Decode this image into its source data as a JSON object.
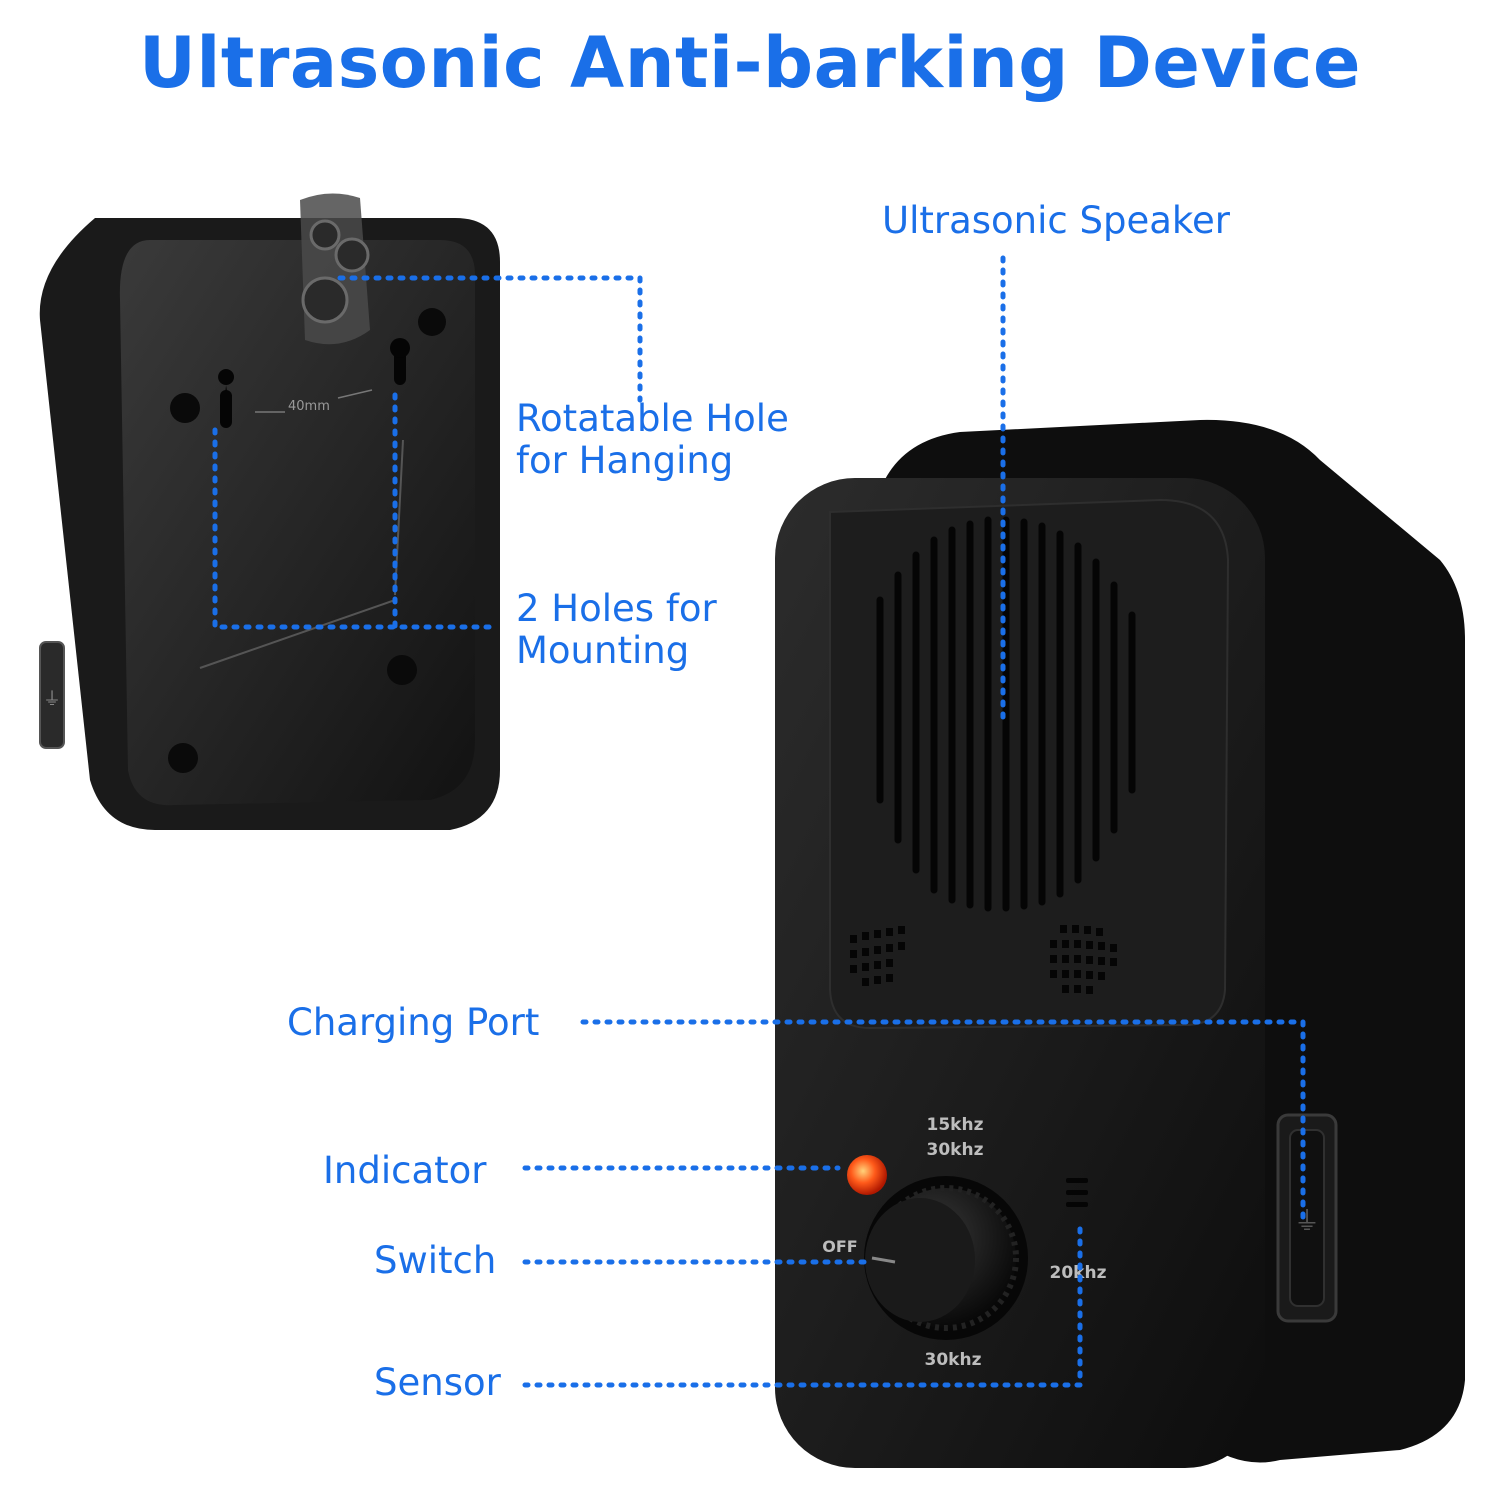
{
  "title": "Ultrasonic Anti-barking Device",
  "accent_color": "#1a6fe8",
  "callouts": {
    "rotatable_hole": {
      "line1": "Rotatable Hole",
      "line2": "for Hanging"
    },
    "mounting_holes": {
      "line1": "2 Holes for",
      "line2": "Mounting"
    },
    "speaker": "Ultrasonic Speaker",
    "charging_port": "Charging Port",
    "indicator": "Indicator",
    "switch": "Switch",
    "sensor": "Sensor"
  },
  "device_back": {
    "hole_spacing": "40mm",
    "usb_icon": "usb-icon"
  },
  "dial": {
    "off": "OFF",
    "top_1": "15khz",
    "top_2": "30khz",
    "right": "20khz",
    "bottom": "30khz"
  }
}
